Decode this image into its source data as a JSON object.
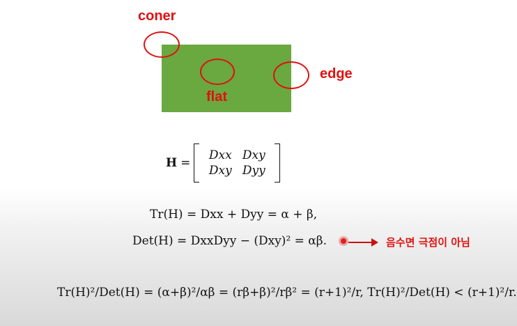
{
  "labels": {
    "corner": "coner",
    "flat": "flat",
    "edge": "edge"
  },
  "colors": {
    "region": "#6aa840",
    "annotation": "#e01010"
  },
  "hessian": {
    "symbol": "H",
    "equals": "=",
    "entries": [
      "Dxx",
      "Dxy",
      "Dxy",
      "Dyy"
    ]
  },
  "trace_eq": "Tr(H) = Dxx + Dyy = α + β,",
  "det_eq": "Det(H) = DxxDyy − (Dxy)² = αβ.",
  "annotation_note": "음수면 극점이 아님",
  "ratio_eq": "Tr(H)²/Det(H) = (α+β)²/αβ = (rβ+β)²/rβ² = (r+1)²/r,   Tr(H)²/Det(H) < (r+1)²/r."
}
